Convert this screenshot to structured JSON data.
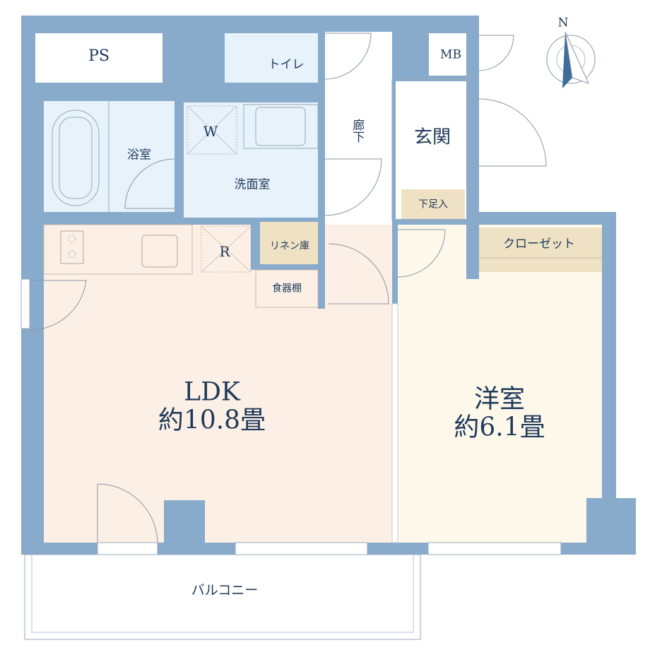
{
  "floor_plan": {
    "rooms": {
      "ps": "PS",
      "toilet": "トイレ",
      "mb": "MB",
      "hallway": "廊下",
      "entrance": "玄関",
      "shoe_storage": "下足入",
      "bathroom": "浴室",
      "washroom": "洗面室",
      "washer": "W",
      "fridge": "R",
      "linen": "リネン庫",
      "cupboard": "食器棚",
      "closet": "クローゼット",
      "ldk_name": "LDK",
      "ldk_size": "約10.8畳",
      "western_name": "洋室",
      "western_size": "約6.1畳",
      "balcony": "バルコニー"
    },
    "compass": "N",
    "colors": {
      "wall": "#88aacb",
      "wet_area": "#e7f2fb",
      "ldk": "#fcefe5",
      "western": "#fdf8ea",
      "storage": "#efe2c4",
      "text": "#1f3a5a"
    }
  }
}
